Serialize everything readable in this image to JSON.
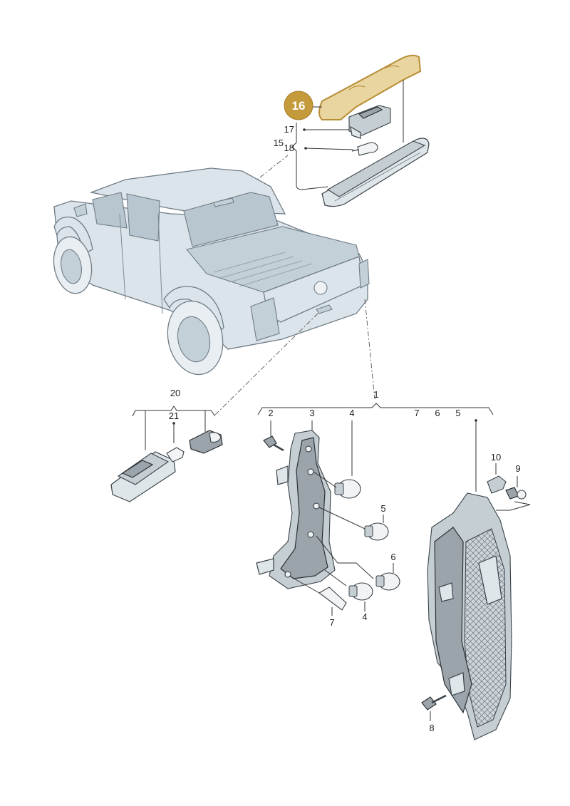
{
  "highlight": {
    "callout": "16",
    "color": "#c49a3a"
  },
  "callouts": {
    "c1": "1",
    "c2": "2",
    "c3": "3",
    "c4a": "4",
    "c4b": "4",
    "c5a": "5",
    "c5b": "5",
    "c6a": "6",
    "c6b": "6",
    "c7a": "7",
    "c7b": "7",
    "c8": "8",
    "c9": "9",
    "c10": "10",
    "c15": "15",
    "c17": "17",
    "c18": "18",
    "c20": "20",
    "c21": "21"
  }
}
